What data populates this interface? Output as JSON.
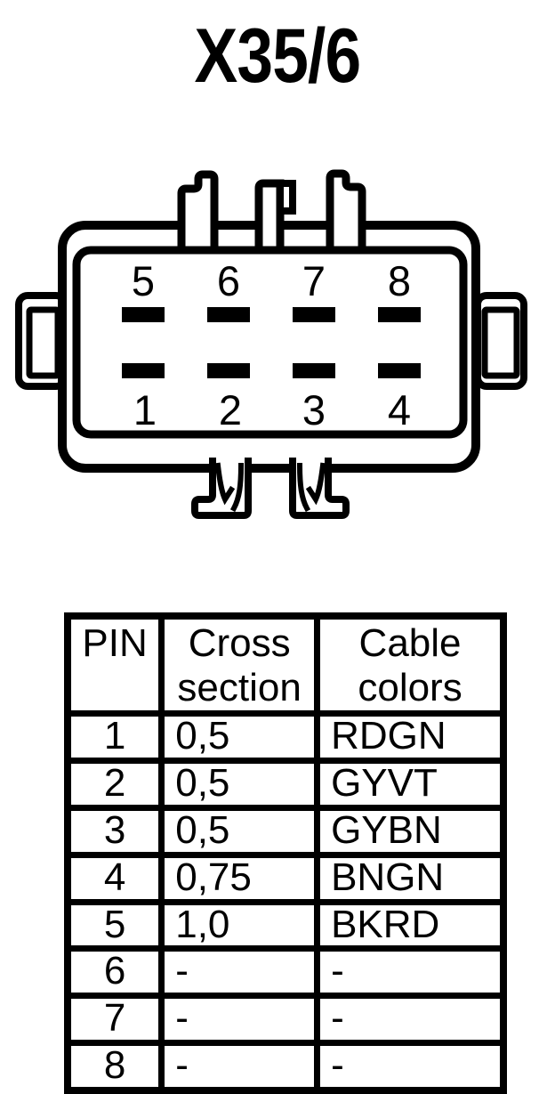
{
  "title": "X35/6",
  "connector": {
    "top_pin_labels": [
      "5",
      "6",
      "7",
      "8"
    ],
    "bottom_pin_labels": [
      "1",
      "2",
      "3",
      "4"
    ]
  },
  "table": {
    "headers": [
      {
        "line1": "PIN",
        "line2": ""
      },
      {
        "line1": "Cross",
        "line2": "section"
      },
      {
        "line1": "Cable",
        "line2": "colors"
      }
    ],
    "rows": [
      {
        "pin": "1",
        "cross_section": "0,5",
        "cable_colors": "RDGN"
      },
      {
        "pin": "2",
        "cross_section": "0,5",
        "cable_colors": "GYVT"
      },
      {
        "pin": "3",
        "cross_section": "0,5",
        "cable_colors": "GYBN"
      },
      {
        "pin": "4",
        "cross_section": "0,75",
        "cable_colors": "BNGN"
      },
      {
        "pin": "5",
        "cross_section": "1,0",
        "cable_colors": "BKRD"
      },
      {
        "pin": "6",
        "cross_section": "-",
        "cable_colors": "-"
      },
      {
        "pin": "7",
        "cross_section": "-",
        "cable_colors": "-"
      },
      {
        "pin": "8",
        "cross_section": "-",
        "cable_colors": "-"
      }
    ]
  },
  "colors": {
    "ink": "#000000",
    "paper": "#ffffff"
  }
}
